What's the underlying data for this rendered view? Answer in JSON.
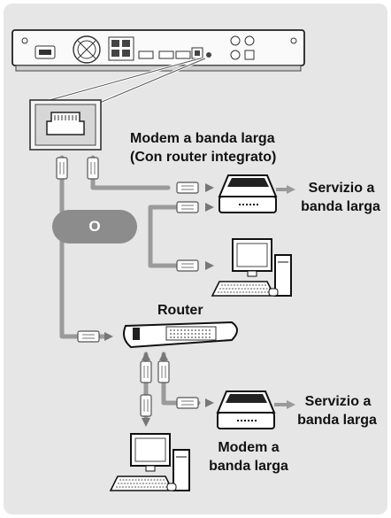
{
  "labels": {
    "modem_top_line1": "Modem a banda larga",
    "modem_top_line2": "(Con router integrato)",
    "service_top_line1": "Servizio a",
    "service_top_line2": "banda larga",
    "or_text": "O",
    "router": "Router",
    "service_bottom_line1": "Servizio a",
    "service_bottom_line2": "banda larga",
    "modem_bottom_line1": "Modem a",
    "modem_bottom_line2": "banda larga"
  },
  "icons": [
    "home-theater-receiver-icon",
    "lan-port-closeup-icon",
    "broadband-modem-icon",
    "computer-icon",
    "router-icon"
  ],
  "colors": {
    "background": "#e6e6e6",
    "cable": "#9a9a9a",
    "badge": "#8c8c8c",
    "text": "#111111"
  }
}
